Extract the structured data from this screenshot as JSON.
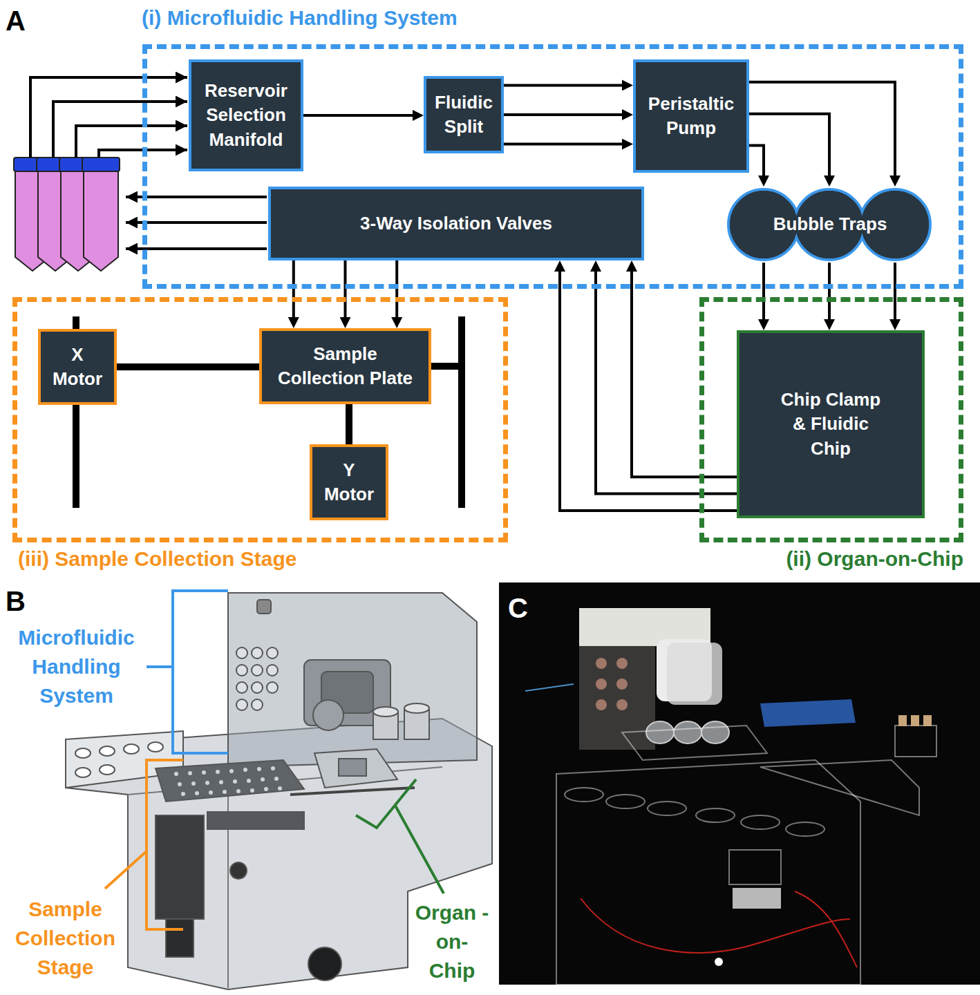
{
  "diagram": {
    "nodes": [
      {
        "text": [
          "(i) Microfluidic Handling System"
        ]
      },
      {
        "text": [
          "Reservoir Selection Manifold"
        ],
        "in": 0
      },
      {
        "text": [
          "Fluidic Split"
        ],
        "in": 0
      },
      {
        "text": [
          "Peristaltic Pump"
        ],
        "in": 0
      },
      {
        "text": [
          "Bubble Traps"
        ],
        "in": 0
      },
      {
        "text": [
          "3-Way Isolation Valves"
        ],
        "in": 0
      },
      {
        "text": [
          "(iii) Sample Collection Stage"
        ]
      },
      {
        "text": [
          "X Motor"
        ],
        "in": 6
      },
      {
        "text": [
          "Sample Collection Plate"
        ],
        "in": 6
      },
      {
        "text": [
          "Y Motor"
        ],
        "in": 6
      },
      {
        "text": [
          "(ii) Organ-on-Chip"
        ]
      },
      {
        "text": [
          "Chip Clamp & Fluidic Chip"
        ],
        "in": 10
      }
    ],
    "edges": [
      {
        "from": 1,
        "to": 2,
        "arrow": "to"
      },
      {
        "from": 2,
        "to": 3,
        "arrow": "to"
      },
      {
        "from": 2,
        "to": 3,
        "arrow": "to"
      },
      {
        "from": 2,
        "to": 3,
        "arrow": "to"
      },
      {
        "from": 3,
        "to": 4,
        "arrow": "to"
      },
      {
        "from": 3,
        "to": 4,
        "arrow": "to"
      },
      {
        "from": 3,
        "to": 4,
        "arrow": "to"
      },
      {
        "from": 4,
        "to": 11,
        "arrow": "to"
      },
      {
        "from": 4,
        "to": 11,
        "arrow": "to"
      },
      {
        "from": 4,
        "to": 11,
        "arrow": "to"
      },
      {
        "from": 11,
        "to": 5,
        "arrow": "to"
      },
      {
        "from": 11,
        "to": 5,
        "arrow": "to"
      },
      {
        "from": 11,
        "to": 5,
        "arrow": "to"
      },
      {
        "from": 5,
        "to": 8,
        "arrow": "to"
      },
      {
        "from": 5,
        "to": 8,
        "arrow": "to"
      },
      {
        "from": 5,
        "to": 8,
        "arrow": "to"
      },
      {
        "from": 7,
        "to": 8,
        "arrow": "none"
      },
      {
        "from": 8,
        "to": 9,
        "arrow": "none"
      }
    ],
    "labels": [
      "A",
      "B",
      "Microfluidic Handling System",
      "Sample Collection Stage",
      "Organ -on- Chip",
      "C"
    ]
  }
}
